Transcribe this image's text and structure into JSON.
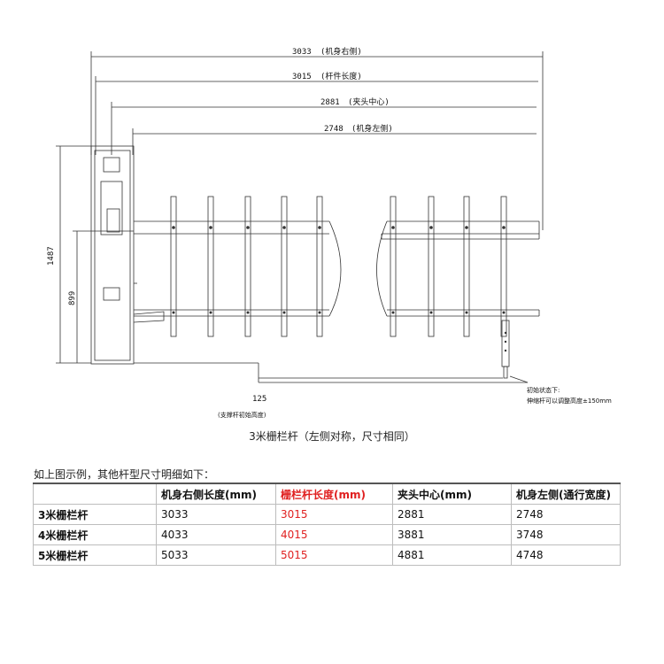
{
  "drawing": {
    "dimensions": [
      {
        "value": "3033",
        "label": "(机身右侧)"
      },
      {
        "value": "3015",
        "label": "(杆件长度)"
      },
      {
        "value": "2881",
        "label": "(夹头中心)"
      },
      {
        "value": "2748",
        "label": "(机身左侧)"
      }
    ],
    "height_total": "1487",
    "height_arm": "899",
    "support_value": "125",
    "support_label": "(支撑杆初始高度)",
    "note_line1": "初始状态下:",
    "note_line2": "伸缩杆可以调整高度±150mm"
  },
  "caption": "3米栅栏杆（左侧对称，尺寸相同）",
  "intro": "如上图示例，其他杆型尺寸明细如下：",
  "table": {
    "headers": [
      "",
      "机身右侧长度(mm)",
      "栅栏杆长度(mm)",
      "夹头中心(mm)",
      "机身左侧(通行宽度)"
    ],
    "rows": [
      {
        "name": "3米栅栏杆",
        "cells": [
          "3033",
          "3015",
          "2881",
          "2748"
        ]
      },
      {
        "name": "4米栅栏杆",
        "cells": [
          "4033",
          "4015",
          "3881",
          "3748"
        ]
      },
      {
        "name": "5米栅栏杆",
        "cells": [
          "5033",
          "5015",
          "4881",
          "4748"
        ]
      }
    ]
  },
  "colors": {
    "highlight": "#e02020",
    "line": "#333333"
  }
}
